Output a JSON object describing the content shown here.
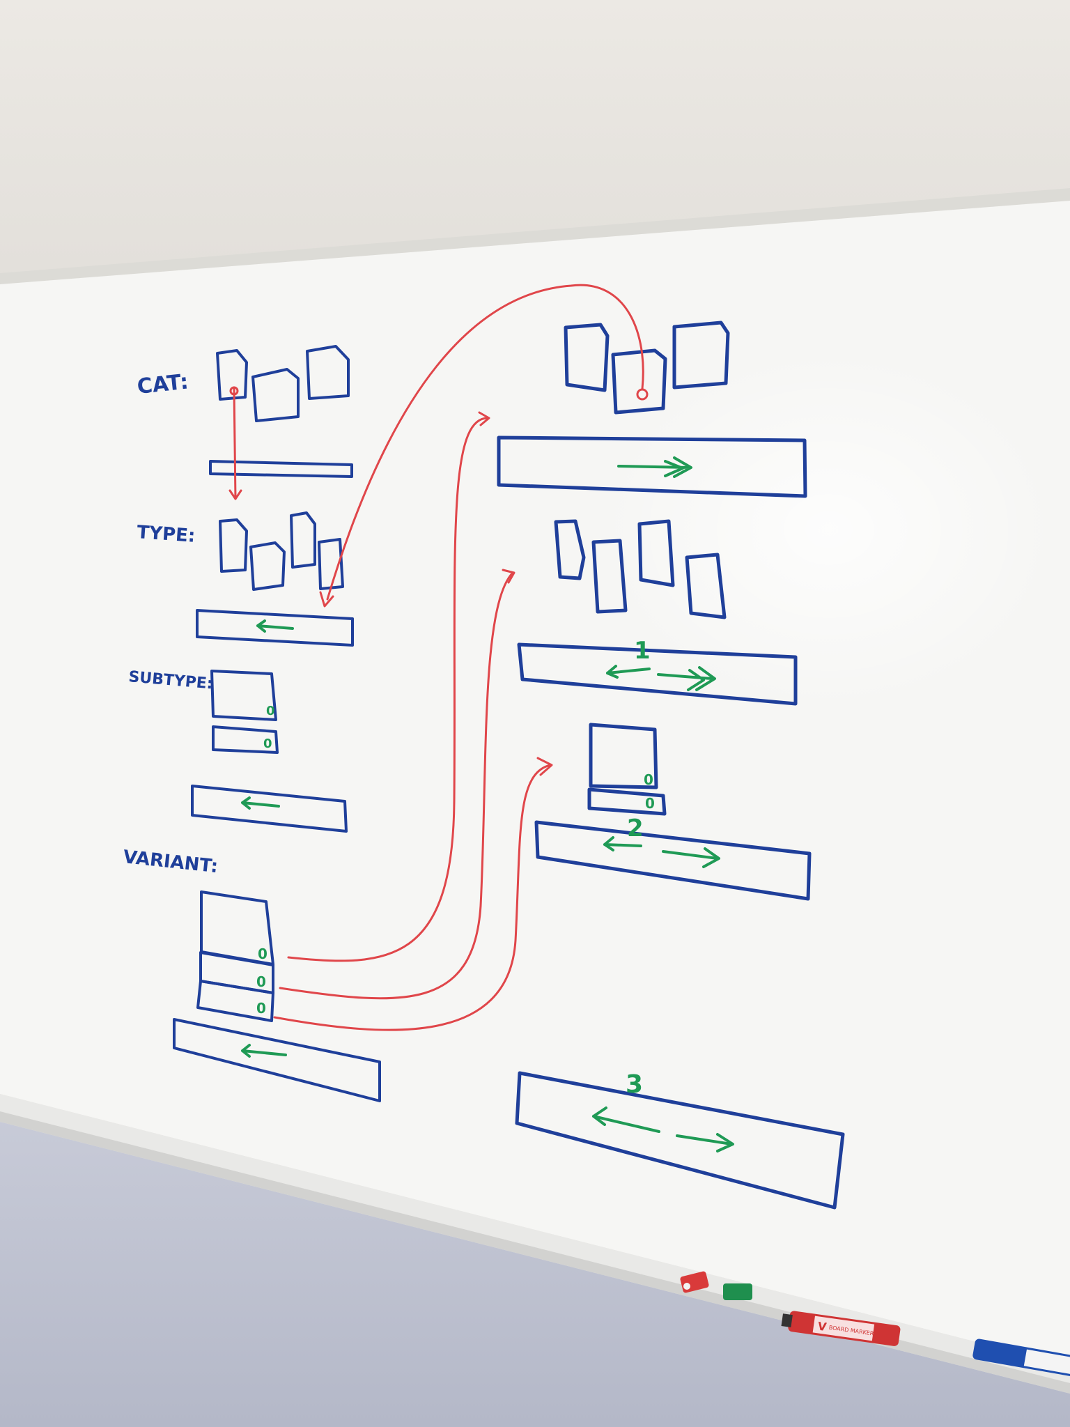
{
  "colors": {
    "blue_marker": "#1f3f9a",
    "red_marker": "#e0464a",
    "green_marker": "#1f9a55",
    "wall": "#e6e4df",
    "board": "#f7f7f5"
  },
  "labels": {
    "cat": "CAT:",
    "type": "TYPE:",
    "subtype": "SUBTYPE:",
    "variant": "VARIANT:"
  },
  "numbers": {
    "one": "1",
    "two": "2",
    "three": "3"
  },
  "markers": {
    "red_cap_text": "V",
    "pen_label": "BOARD MARKER"
  }
}
